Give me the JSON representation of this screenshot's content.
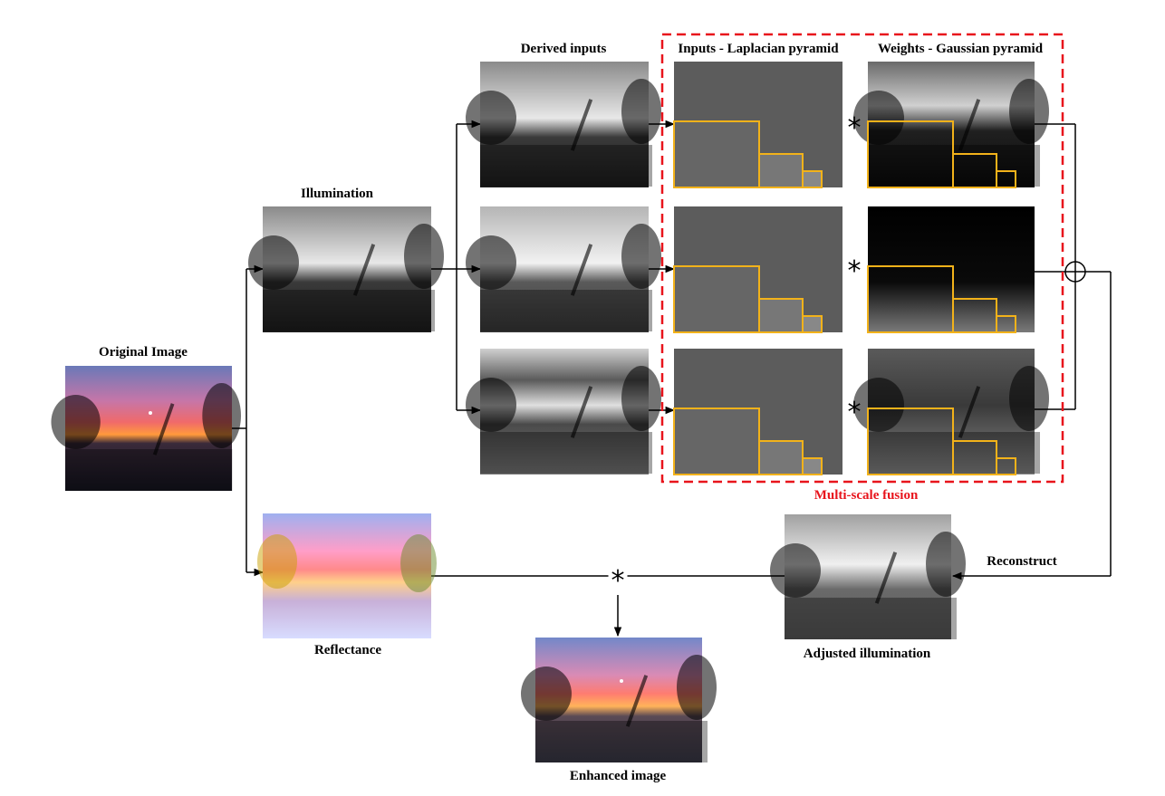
{
  "labels": {
    "original": "Original Image",
    "illumination": "Illumination",
    "derived": "Derived inputs",
    "laplacian": "Inputs - Laplacian pyramid",
    "gaussian": "Weights - Gaussian pyramid",
    "fusion": "Multi-scale fusion",
    "reflectance": "Reflectance",
    "reconstruct": "Reconstruct",
    "adjusted": "Adjusted illumination",
    "enhanced": "Enhanced image"
  },
  "operators": {
    "multiply": "*",
    "sum": "⊕"
  },
  "colors": {
    "fusion_border": "#e8141c",
    "pyramid_border": "#f2b21a",
    "arrow": "#000000"
  }
}
